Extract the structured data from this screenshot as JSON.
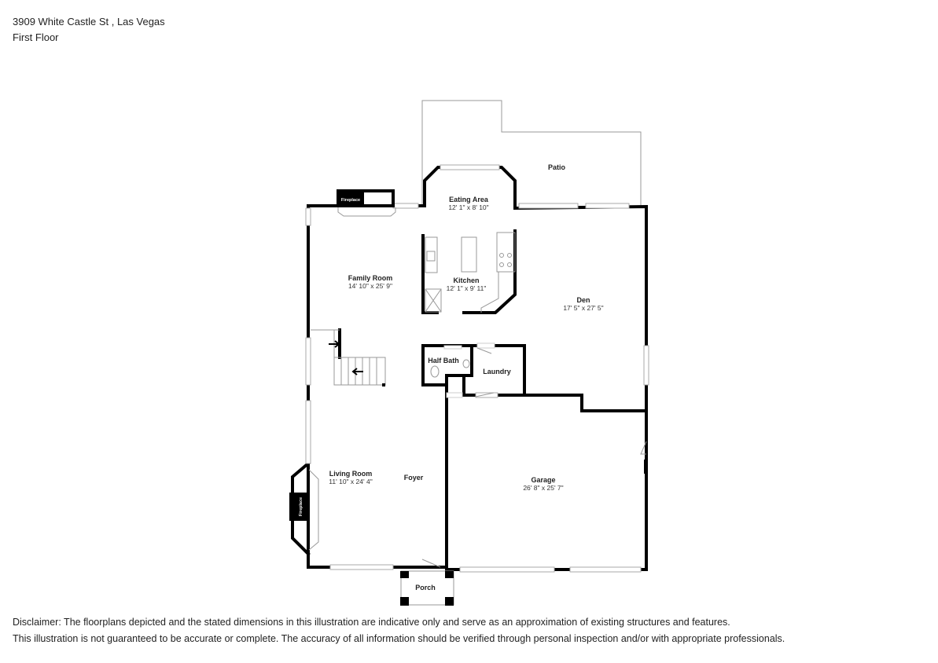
{
  "header": {
    "address": "3909 White Castle St , Las Vegas",
    "floor": "First Floor"
  },
  "rooms": {
    "patio": {
      "name": "Patio"
    },
    "eating_area": {
      "name": "Eating Area",
      "dims": "12' 1\" x 8' 10\""
    },
    "family_room": {
      "name": "Family Room",
      "dims": "14' 10\" x 25' 9\""
    },
    "kitchen": {
      "name": "Kitchen",
      "dims": "12' 1\" x 9' 11\""
    },
    "den": {
      "name": "Den",
      "dims": "17' 5\" x 27' 5\""
    },
    "half_bath": {
      "name": "Half Bath"
    },
    "laundry": {
      "name": "Laundry"
    },
    "living_room": {
      "name": "Living Room",
      "dims": "11' 10\" x 24' 4\""
    },
    "foyer": {
      "name": "Foyer"
    },
    "garage": {
      "name": "Garage",
      "dims": "26' 8\" x 25' 7\""
    },
    "porch": {
      "name": "Porch"
    }
  },
  "fixtures": {
    "fireplace_top": "Fireplace",
    "fireplace_left": "Fireplace"
  },
  "disclaimer": {
    "line1": "Disclaimer: The floorplans depicted and the stated dimensions in this illustration are indicative only and serve as an approximation of existing structures and features.",
    "line2": "This illustration is not guaranteed to be accurate or complete. The accuracy of all information should be verified through personal inspection and/or with appropriate professionals."
  }
}
